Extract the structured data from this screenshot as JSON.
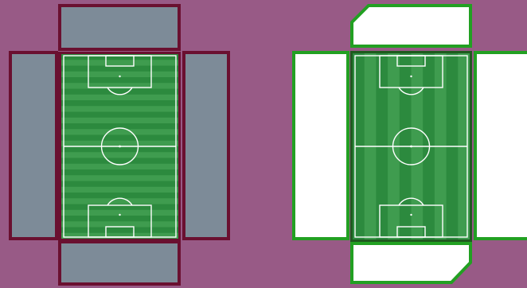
{
  "colors": {
    "background": "#985a86",
    "stand_fill_left": "#7d8b98",
    "stand_border_left": "#6a1030",
    "stand_fill_right": "#ffffff",
    "stand_border_right": "#22a022",
    "pitch_dark": "#2c8a3e",
    "pitch_light": "#3f9c4f",
    "pitch_frame_left": "#6a1030",
    "pitch_frame_right": "#1f5a1f",
    "line": "#ffffff"
  },
  "stadiums": [
    {
      "name": "stadium-left",
      "stripe_direction": "horizontal",
      "stands": [
        "north",
        "south",
        "west",
        "east"
      ]
    },
    {
      "name": "stadium-right",
      "stripe_direction": "vertical",
      "stands": [
        "north",
        "south",
        "west",
        "east"
      ]
    }
  ]
}
